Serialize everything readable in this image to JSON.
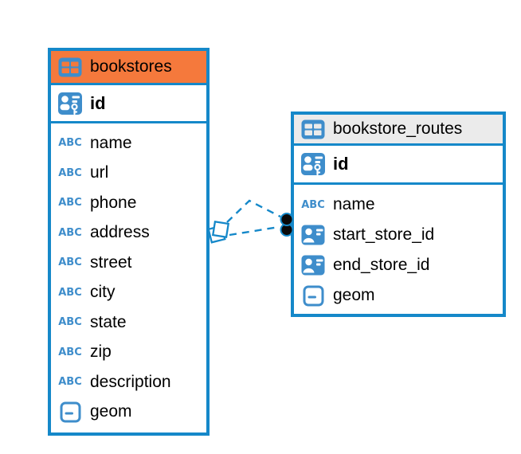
{
  "diagram": {
    "tables": [
      {
        "name": "bookstores",
        "header_color": "#F5793C",
        "primary_key": {
          "name": "id",
          "icon": "primary-key-icon"
        },
        "fields": [
          {
            "name": "name",
            "icon": "text-icon"
          },
          {
            "name": "url",
            "icon": "text-icon"
          },
          {
            "name": "phone",
            "icon": "text-icon"
          },
          {
            "name": "address",
            "icon": "text-icon"
          },
          {
            "name": "street",
            "icon": "text-icon"
          },
          {
            "name": "city",
            "icon": "text-icon"
          },
          {
            "name": "state",
            "icon": "text-icon"
          },
          {
            "name": "zip",
            "icon": "text-icon"
          },
          {
            "name": "description",
            "icon": "text-icon"
          },
          {
            "name": "geom",
            "icon": "geometry-icon"
          }
        ]
      },
      {
        "name": "bookstore_routes",
        "header_color": "#EBEBEB",
        "primary_key": {
          "name": "id",
          "icon": "primary-key-icon"
        },
        "fields": [
          {
            "name": "name",
            "icon": "text-icon"
          },
          {
            "name": "start_store_id",
            "icon": "id-card-icon"
          },
          {
            "name": "end_store_id",
            "icon": "id-card-icon"
          },
          {
            "name": "geom",
            "icon": "geometry-icon"
          }
        ]
      }
    ],
    "relationship": {
      "connects": [
        "bookstores",
        "bookstore_routes"
      ],
      "line_style": "dashed",
      "endpoint_left": "stacked-diamonds",
      "endpoint_right": "two-dots"
    },
    "icons": {
      "text_icon_label": "ABC"
    },
    "colors": {
      "accent_blue": "#1588C9",
      "icon_blue": "#3E8DCB",
      "orange_header": "#F5793C",
      "gray_header": "#EBEBEB",
      "dot_fill": "#0a0a0a",
      "text": "#000000"
    }
  }
}
